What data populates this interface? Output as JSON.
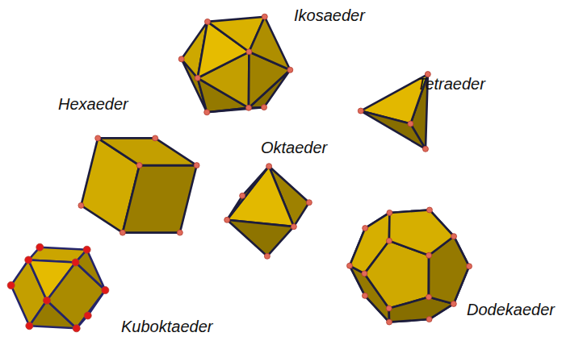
{
  "diagram": {
    "labels": [
      "Ikosaeder",
      "Tetraeder",
      "Hexaeder",
      "Oktaeder",
      "Dodekaeder",
      "Kuboktaeder"
    ]
  }
}
